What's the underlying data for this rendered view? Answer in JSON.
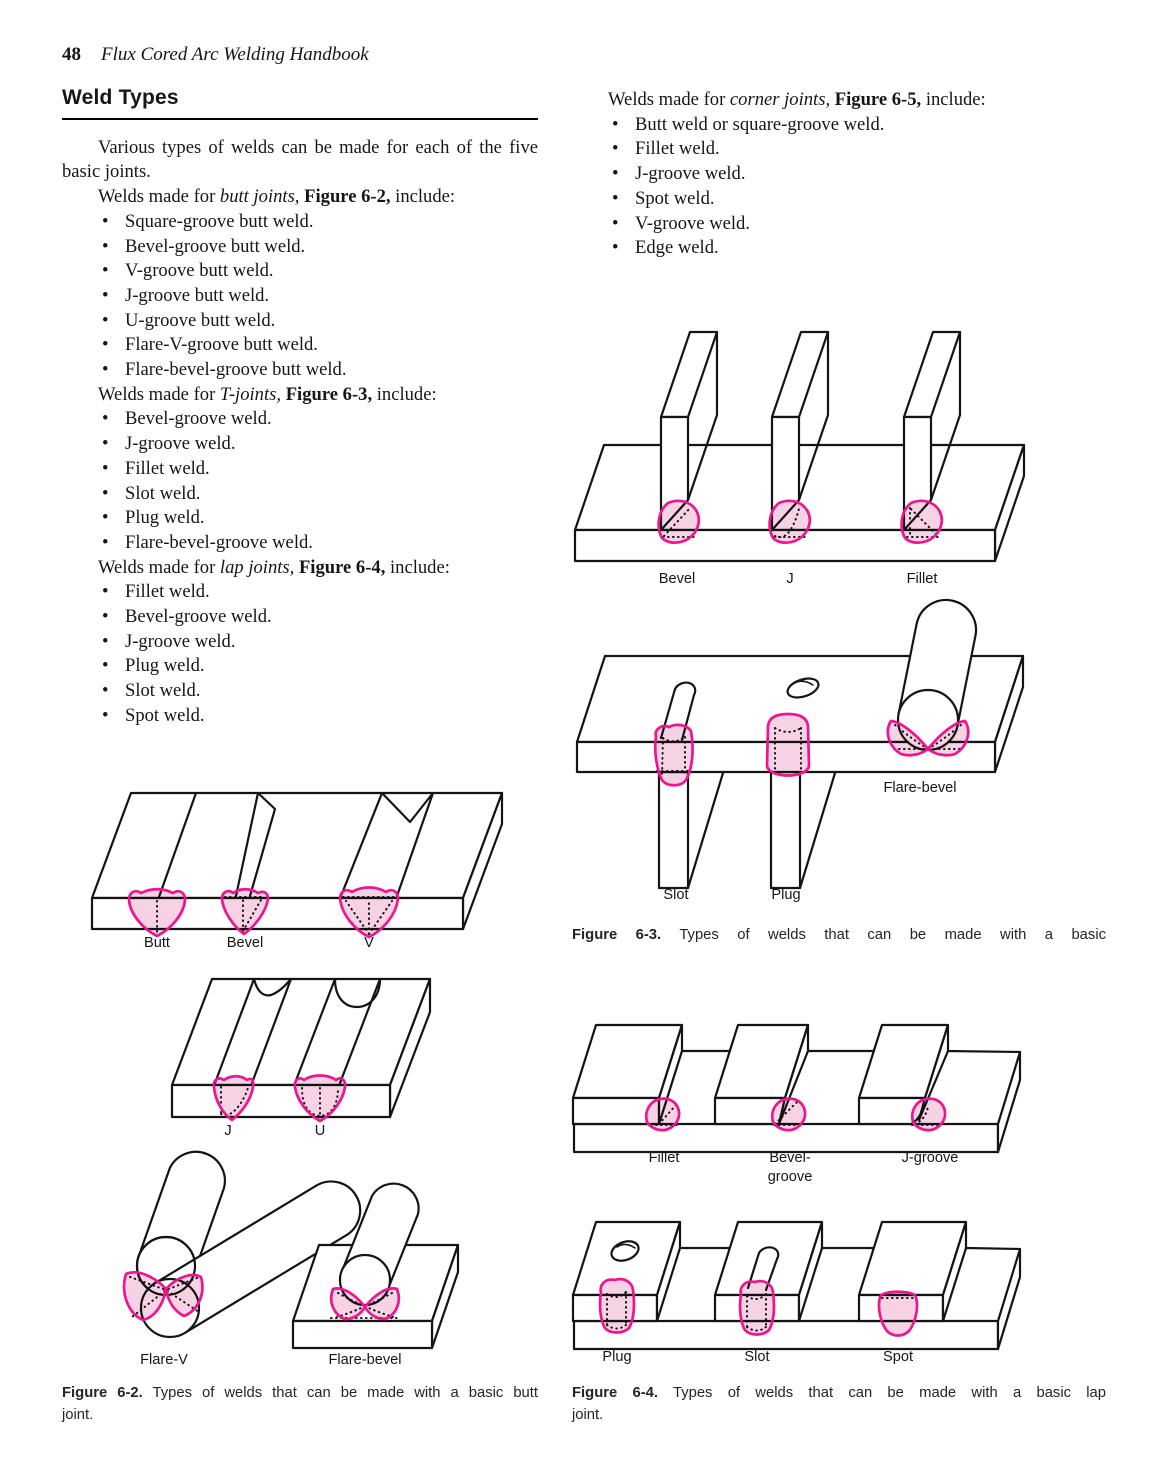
{
  "page": {
    "number": "48",
    "book_title": "Flux Cored Arc Welding Handbook"
  },
  "section": {
    "heading": "Weld Types",
    "intro": "Various types of welds can be made for each of the five basic joints."
  },
  "butt_list": {
    "prefix": "Welds made for ",
    "joint": "butt joints,",
    "figure": " Figure 6-2,",
    "suffix": " include:",
    "items": [
      "Square-groove butt weld.",
      "Bevel-groove butt weld.",
      "V-groove butt weld.",
      "J-groove butt weld.",
      "U-groove butt weld.",
      "Flare-V-groove butt weld.",
      "Flare-bevel-groove butt weld."
    ]
  },
  "t_list": {
    "prefix": "Welds made for ",
    "joint": "T-joints,",
    "figure": " Figure 6-3,",
    "suffix": " include:",
    "items": [
      "Bevel-groove weld.",
      "J-groove weld.",
      "Fillet weld.",
      "Slot weld.",
      "Plug weld.",
      "Flare-bevel-groove weld."
    ]
  },
  "lap_list": {
    "prefix": "Welds made for ",
    "joint": "lap joints,",
    "figure": " Figure 6-4,",
    "suffix": " include:",
    "items": [
      "Fillet weld.",
      "Bevel-groove weld.",
      "J-groove weld.",
      "Plug weld.",
      "Slot weld.",
      "Spot weld."
    ]
  },
  "corner_list": {
    "prefix": "Welds made for ",
    "joint": "corner joints,",
    "figure": " Figure 6-5,",
    "suffix": " include:",
    "items": [
      "Butt weld or square-groove weld.",
      "Fillet weld.",
      "J-groove weld.",
      "Spot weld.",
      "V-groove weld.",
      "Edge weld."
    ]
  },
  "fig62": {
    "labels": {
      "butt": "Butt",
      "bevel": "Bevel",
      "v": "V",
      "j": "J",
      "u": "U",
      "flare_v": "Flare-V",
      "flare_bevel": "Flare-bevel"
    },
    "caption": {
      "label": "Figure 6-2.",
      "line1": "Types of welds that can be made with a basic butt",
      "line2": "joint."
    }
  },
  "fig63": {
    "labels": {
      "bevel": "Bevel",
      "j": "J",
      "fillet": "Fillet",
      "flare_bevel": "Flare-bevel",
      "slot": "Slot",
      "plug": "Plug"
    },
    "caption": {
      "label": "Figure 6-3.",
      "line1": "Types of welds that can be made with a basic",
      "line2": ""
    }
  },
  "fig64": {
    "labels": {
      "fillet": "Fillet",
      "bevel_line1": "Bevel-",
      "bevel_line2": "groove",
      "j_groove": "J-groove",
      "plug": "Plug",
      "slot": "Slot",
      "spot": "Spot"
    },
    "caption": {
      "label": "Figure 6-4.",
      "line1": "Types of welds that can be made with a basic lap",
      "line2": "joint."
    }
  },
  "colors": {
    "weld_fill": "#f7d2e5",
    "weld_stroke": "#ec168f",
    "ink": "#141414",
    "paper": "#ffffff"
  }
}
